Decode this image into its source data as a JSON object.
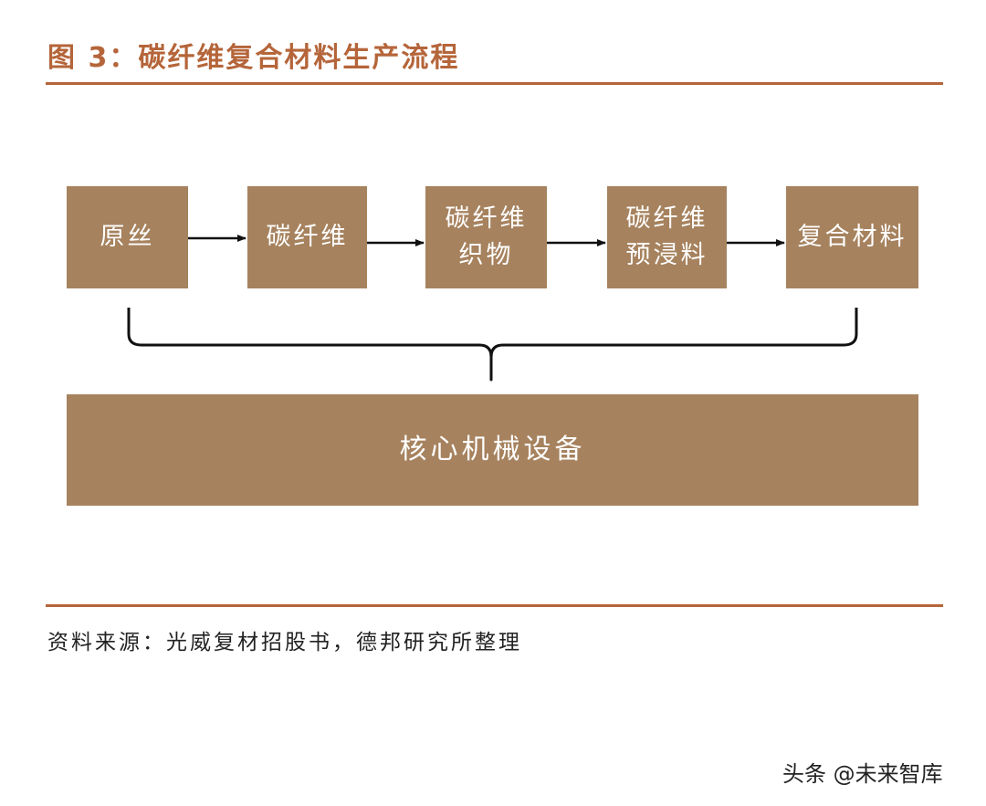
{
  "title": "图 3：碳纤维复合材料生产流程",
  "steps": [
    {
      "label": "原丝"
    },
    {
      "label": "碳纤维"
    },
    {
      "label": "碳纤维\n织物"
    },
    {
      "label": "碳纤维\n预浸料"
    },
    {
      "label": "复合材料"
    }
  ],
  "core_equipment": "核心机械设备",
  "source": "资料来源：光威复材招股书，德邦研究所整理",
  "watermark": "头条 @未来智库",
  "colors": {
    "accent": "#b5653a",
    "box_fill": "#a6825e",
    "box_text": "#ffffff",
    "connector": "#111111"
  }
}
